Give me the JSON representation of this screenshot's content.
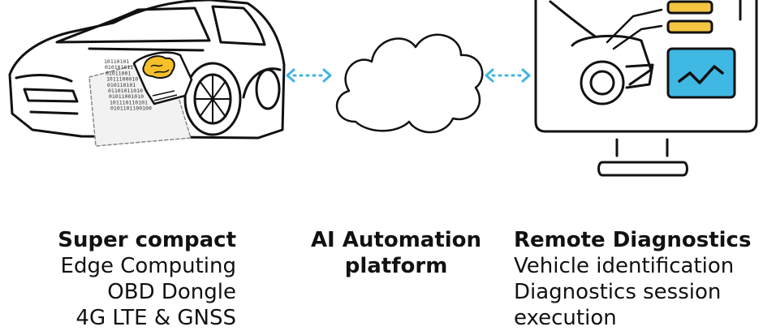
{
  "colors": {
    "arrow": "#3fb4e0",
    "monitor_bar": "#f5c542",
    "monitor_chart_bg": "#3fb8e3",
    "brain": "#f6c02a",
    "ink": "#111111"
  },
  "icons": {
    "car": "car-with-obd-dongle-icon",
    "cloud": "cloud-icon",
    "monitor": "monitor-diagnostics-icon",
    "arrow": "bidirectional-dotted-arrow-icon"
  },
  "car": {
    "binary_lines": [
      "10110101",
      "010101011",
      "01011001",
      "1011100010",
      "010110101",
      "01101011010",
      "01011001010",
      "101110110101",
      "0101101100100"
    ]
  },
  "columns": {
    "left": {
      "heading": "Super compact",
      "lines": [
        "Edge Computing",
        "OBD Dongle",
        "4G LTE & GNSS"
      ]
    },
    "middle": {
      "heading_line1": "AI Automation",
      "heading_line2": "platform"
    },
    "right": {
      "heading": "Remote Diagnostics",
      "lines": [
        "Vehicle identification",
        "Diagnostics session",
        "execution"
      ]
    }
  }
}
